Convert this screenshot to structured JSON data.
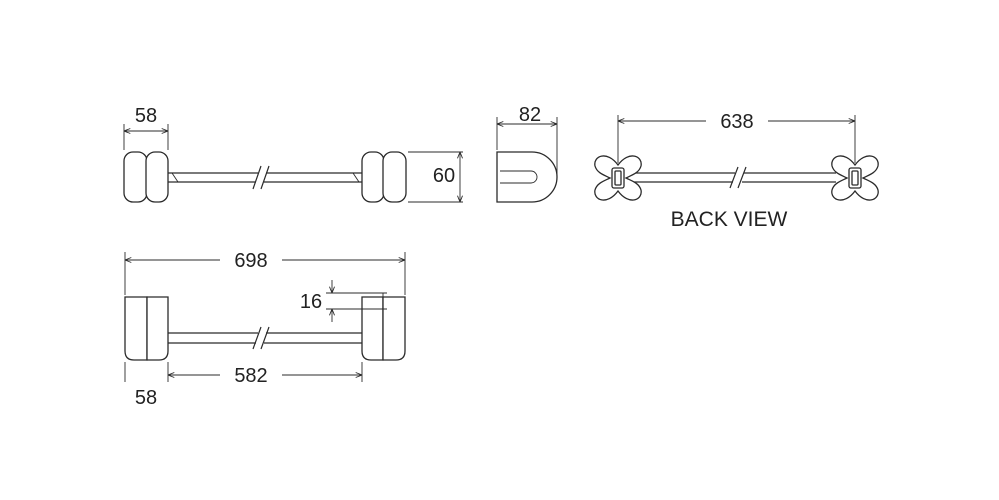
{
  "dimensions": {
    "front_top_bracket_width": "58",
    "front_height": "60",
    "side_depth": "82",
    "back_overall_width": "638",
    "bottom_overall_width": "698",
    "bottom_rod_diameter": "16",
    "bottom_rod_length": "582",
    "bottom_bracket_width": "58"
  },
  "captions": {
    "back_view": "BACK VIEW"
  },
  "colors": {
    "line": "#2b2b2b",
    "text": "#222222",
    "background": "#ffffff"
  }
}
